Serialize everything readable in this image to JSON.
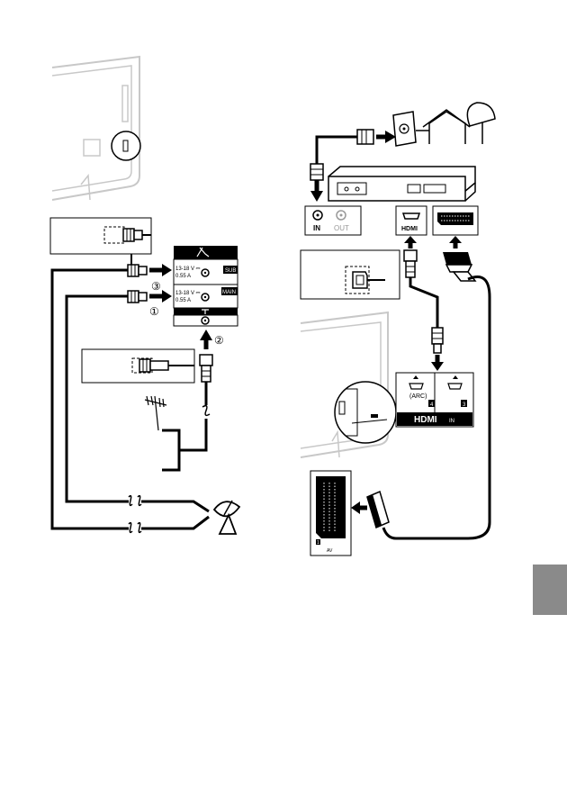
{
  "left_panel": {
    "satellite_ports": {
      "sub_tag": "SUB",
      "main_tag": "MAIN",
      "sub_rating": [
        "13-18 V ⎓",
        "0.55 A"
      ],
      "main_rating": [
        "13-18 V ⎓",
        "0.55 A"
      ]
    },
    "steps": [
      "①",
      "②",
      "③"
    ]
  },
  "right_panel": {
    "box_ports": {
      "in": "IN",
      "out": "OUT"
    },
    "hdmi_logo": "HDMI",
    "tv_hdmi": {
      "arc_label": "(ARC)",
      "port_numbers": [
        "4",
        "3"
      ],
      "footer_logo": "HDMI",
      "footer_suffix": "IN"
    },
    "scart": {
      "label": "AV",
      "number": "1"
    }
  },
  "icons": [
    "tv-back-panel-icon",
    "antenna-icon",
    "satellite-dish-icon",
    "house-icon",
    "wall-socket-icon",
    "set-top-box-icon",
    "hdmi-plug-icon",
    "scart-plug-icon",
    "coax-plug-icon"
  ],
  "colors": {
    "line": "#000000",
    "side_tab": "#8a8a8a",
    "tv_outline": "#c8c8c8"
  }
}
